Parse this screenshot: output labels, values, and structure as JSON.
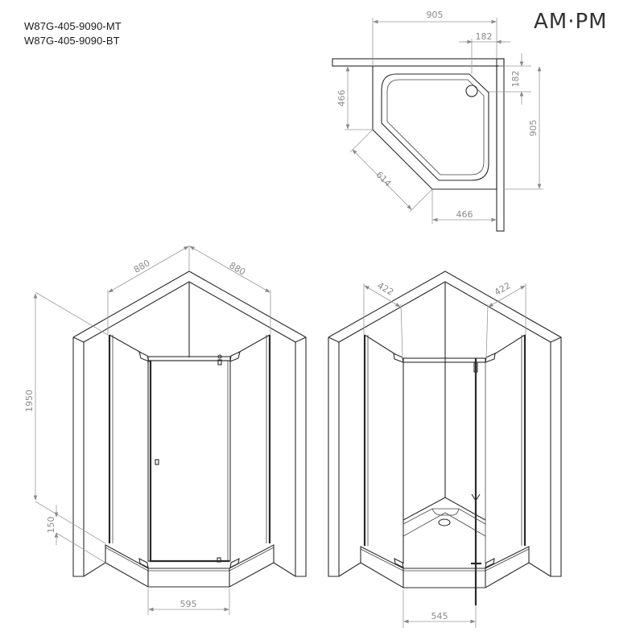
{
  "header": {
    "models": [
      "W87G-405-9090-MT",
      "W87G-405-9090-BT"
    ],
    "brand": "AM·PM"
  },
  "top_view": {
    "width_total": "905",
    "depth_total": "905",
    "corner_x": "182",
    "corner_y": "182",
    "side_left": "466",
    "side_bottom": "466",
    "diagonal": "614"
  },
  "front_view_left": {
    "wall_side_a": "880",
    "wall_side_b": "880",
    "height": "1950",
    "tray_height": "150",
    "door_width": "595"
  },
  "front_view_right": {
    "side_a": "422",
    "side_b": "422",
    "opening_width": "545"
  },
  "colors": {
    "outline": "#2a2a2a",
    "dimension": "#9a9a9a",
    "background": "#ffffff"
  }
}
